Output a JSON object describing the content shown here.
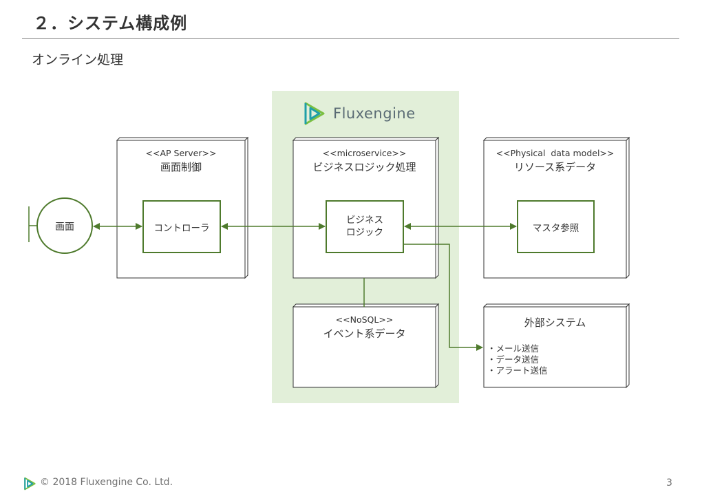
{
  "header": {
    "title": "２．システム構成例",
    "subtitle": "オンライン処理"
  },
  "brand": {
    "name": "Fluxengine",
    "logo_icon": "fluxengine-play-icon",
    "colors": {
      "teal": "#1f9fa8",
      "green": "#7bbf42",
      "text": "#5a6b74"
    }
  },
  "diagram": {
    "colors": {
      "stroke": "#4e7a2c",
      "zone": "#e2efd9"
    },
    "actor": {
      "label": "画面"
    },
    "nodes": {
      "ap_server": {
        "stereotype": "<<AP Server>>",
        "name": "画面制御",
        "component": "コントローラ"
      },
      "microservice": {
        "stereotype": "<<microservice>>",
        "name": "ビジネスロジック処理",
        "component_line1": "ビジネス",
        "component_line2": "ロジック"
      },
      "physical": {
        "stereotype": "<<Physical  data model>>",
        "name": "リソース系データ",
        "component": "マスタ参照"
      },
      "nosql": {
        "stereotype": "<<NoSQL>>",
        "name": "イベント系データ"
      },
      "external": {
        "name": "外部システム",
        "items": [
          "・メール送信",
          "・データ送信",
          "・アラート送信"
        ]
      }
    }
  },
  "footer": {
    "copyright": "© 2018 Fluxengine Co. Ltd.",
    "page_number": "3"
  }
}
